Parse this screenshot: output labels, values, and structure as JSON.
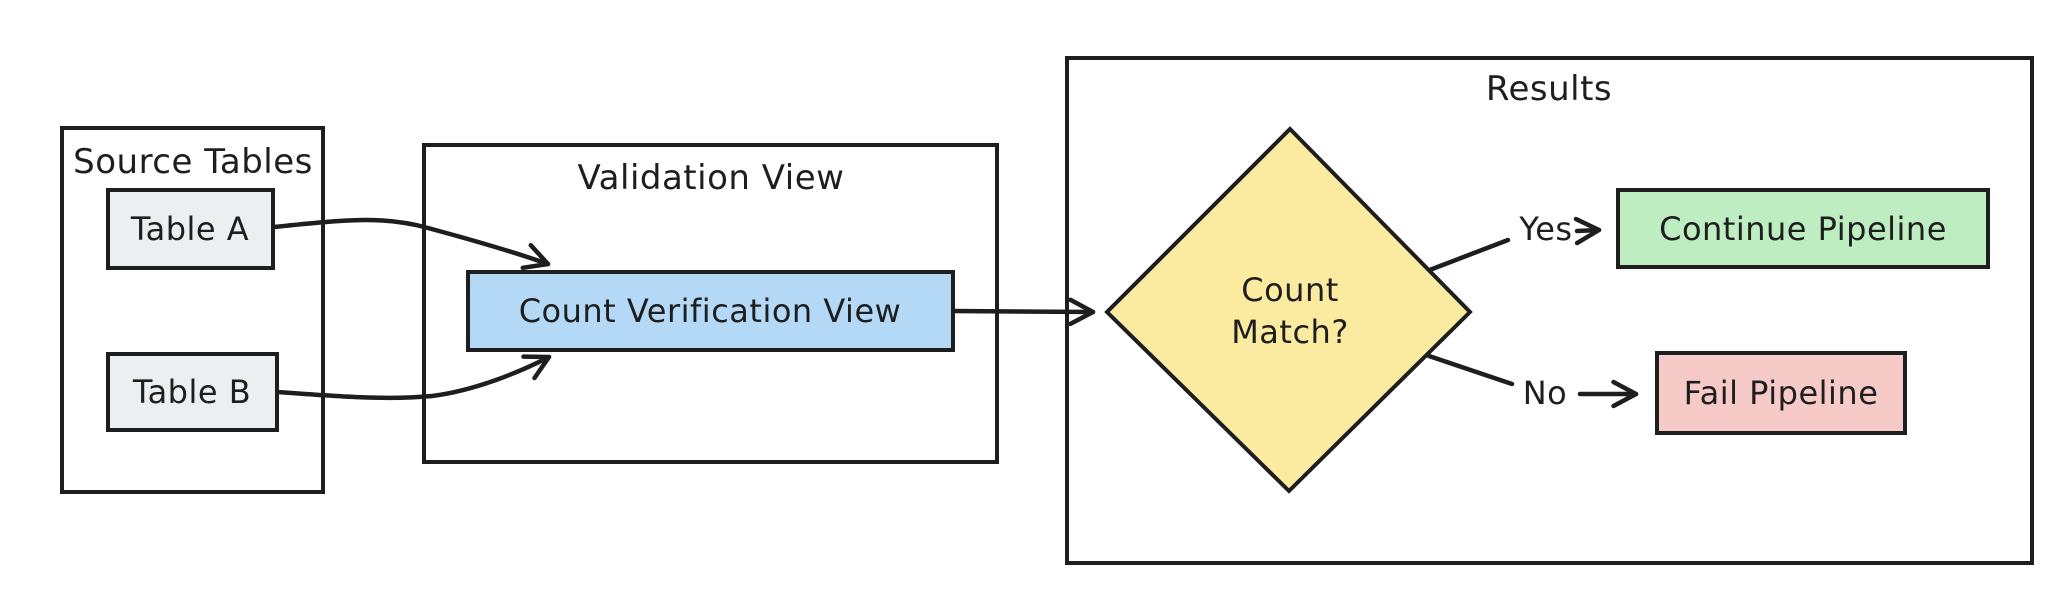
{
  "canvas": {
    "background": "#ffffff",
    "stroke": "#1e1e1e",
    "text_color": "#1e1e1e"
  },
  "containers": {
    "source_tables": {
      "title": "Source Tables"
    },
    "validation_view": {
      "title": "Validation View"
    },
    "results": {
      "title": "Results"
    }
  },
  "nodes": {
    "table_a": {
      "label": "Table A",
      "fill": "#eceef0"
    },
    "table_b": {
      "label": "Table B",
      "fill": "#eceef0"
    },
    "count_verification_view": {
      "label": "Count Verification View",
      "fill": "#b3d9f7"
    },
    "count_match": {
      "label_line1": "Count",
      "label_line2": "Match?",
      "fill": "#fbeba1"
    },
    "continue_pipeline": {
      "label": "Continue Pipeline",
      "fill": "#bdedc1"
    },
    "fail_pipeline": {
      "label": "Fail Pipeline",
      "fill": "#f6cac7"
    }
  },
  "edge_labels": {
    "yes": "Yes",
    "no": "No"
  }
}
